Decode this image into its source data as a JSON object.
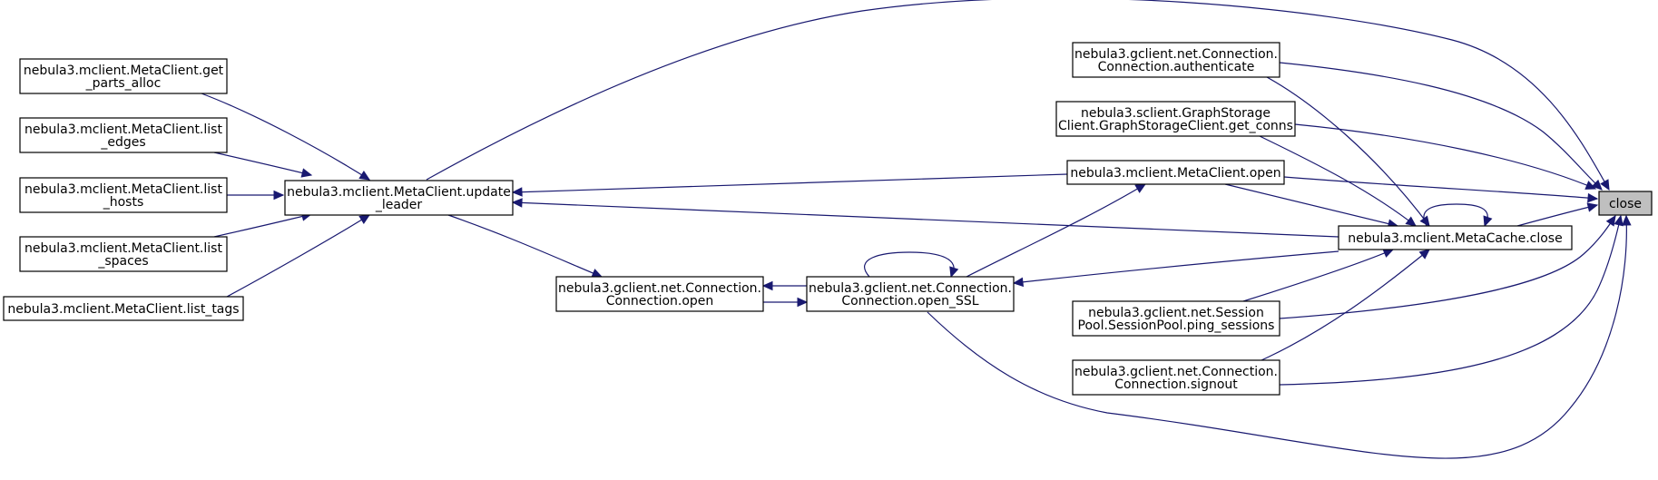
{
  "graph": {
    "nodes": {
      "close": {
        "lines": [
          "close"
        ],
        "focus": true
      },
      "update_leader": {
        "lines": [
          "nebula3.mclient.MetaClient.update",
          "_leader"
        ]
      },
      "get_parts_alloc": {
        "lines": [
          "nebula3.mclient.MetaClient.get",
          "_parts_alloc"
        ]
      },
      "list_edges": {
        "lines": [
          "nebula3.mclient.MetaClient.list",
          "_edges"
        ]
      },
      "list_hosts": {
        "lines": [
          "nebula3.mclient.MetaClient.list",
          "_hosts"
        ]
      },
      "list_spaces": {
        "lines": [
          "nebula3.mclient.MetaClient.list",
          "_spaces"
        ]
      },
      "list_tags": {
        "lines": [
          "nebula3.mclient.MetaClient.list_tags"
        ]
      },
      "conn_open": {
        "lines": [
          "nebula3.gclient.net.Connection.",
          "Connection.open"
        ]
      },
      "conn_open_ssl": {
        "lines": [
          "nebula3.gclient.net.Connection.",
          "Connection.open_SSL"
        ]
      },
      "authenticate": {
        "lines": [
          "nebula3.gclient.net.Connection.",
          "Connection.authenticate"
        ]
      },
      "get_conns": {
        "lines": [
          "nebula3.sclient.GraphStorage",
          "Client.GraphStorageClient.get_conns"
        ]
      },
      "meta_open": {
        "lines": [
          "nebula3.mclient.MetaClient.open"
        ]
      },
      "metacache_close": {
        "lines": [
          "nebula3.mclient.MetaCache.close"
        ]
      },
      "ping_sessions": {
        "lines": [
          "nebula3.gclient.net.Session",
          "Pool.SessionPool.ping_sessions"
        ]
      },
      "signout": {
        "lines": [
          "nebula3.gclient.net.Connection.",
          "Connection.signout"
        ]
      }
    },
    "edges": [
      {
        "from": "update_leader",
        "to": "close"
      },
      {
        "from": "authenticate",
        "to": "close"
      },
      {
        "from": "get_conns",
        "to": "close"
      },
      {
        "from": "meta_open",
        "to": "close"
      },
      {
        "from": "metacache_close",
        "to": "close"
      },
      {
        "from": "ping_sessions",
        "to": "close"
      },
      {
        "from": "signout",
        "to": "close"
      },
      {
        "from": "conn_open_ssl",
        "to": "close"
      },
      {
        "from": "get_parts_alloc",
        "to": "update_leader"
      },
      {
        "from": "list_edges",
        "to": "update_leader"
      },
      {
        "from": "list_hosts",
        "to": "update_leader"
      },
      {
        "from": "list_spaces",
        "to": "update_leader"
      },
      {
        "from": "list_tags",
        "to": "update_leader"
      },
      {
        "from": "meta_open",
        "to": "update_leader"
      },
      {
        "from": "metacache_close",
        "to": "update_leader"
      },
      {
        "from": "update_leader",
        "to": "conn_open"
      },
      {
        "from": "conn_open_ssl",
        "to": "conn_open"
      },
      {
        "from": "conn_open",
        "to": "conn_open_ssl"
      },
      {
        "from": "conn_open_ssl",
        "to": "conn_open_ssl"
      },
      {
        "from": "conn_open_ssl",
        "to": "meta_open"
      },
      {
        "from": "metacache_close",
        "to": "conn_open_ssl"
      },
      {
        "from": "metacache_close",
        "to": "metacache_close"
      },
      {
        "from": "authenticate",
        "to": "metacache_close"
      },
      {
        "from": "get_conns",
        "to": "metacache_close"
      },
      {
        "from": "meta_open",
        "to": "metacache_close"
      },
      {
        "from": "ping_sessions",
        "to": "metacache_close"
      },
      {
        "from": "signout",
        "to": "metacache_close"
      }
    ]
  },
  "colors": {
    "edge": "#191970",
    "node_border": "#000000",
    "focus_fill": "#bfbfbf",
    "node_fill": "#ffffff"
  }
}
